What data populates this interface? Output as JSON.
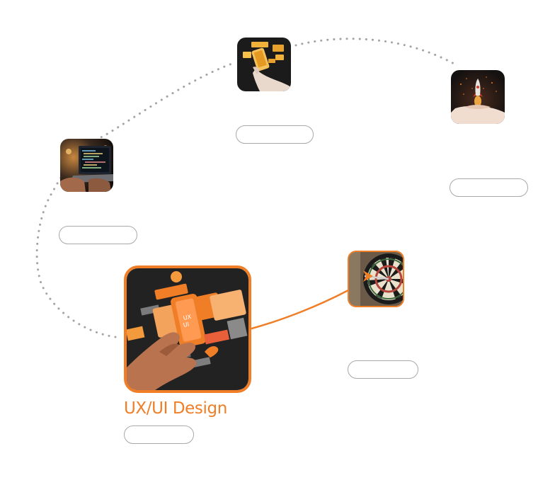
{
  "colors": {
    "accent": "#f07e27",
    "path_dots": "#a3a3a3",
    "pill_border": "#a9a9a9"
  },
  "nodes": [
    {
      "id": "coding",
      "icon": "laptop-coding-photo-icon",
      "active": false
    },
    {
      "id": "mobile",
      "icon": "phone-apps-photo-icon",
      "active": false
    },
    {
      "id": "launch",
      "icon": "rocket-hand-photo-icon",
      "active": false
    },
    {
      "id": "ux-ui-design",
      "icon": "ux-ui-design-photo-icon",
      "active": true,
      "label": "UX/UI Design"
    },
    {
      "id": "target",
      "icon": "dartboard-target-photo-icon",
      "active": false
    }
  ]
}
